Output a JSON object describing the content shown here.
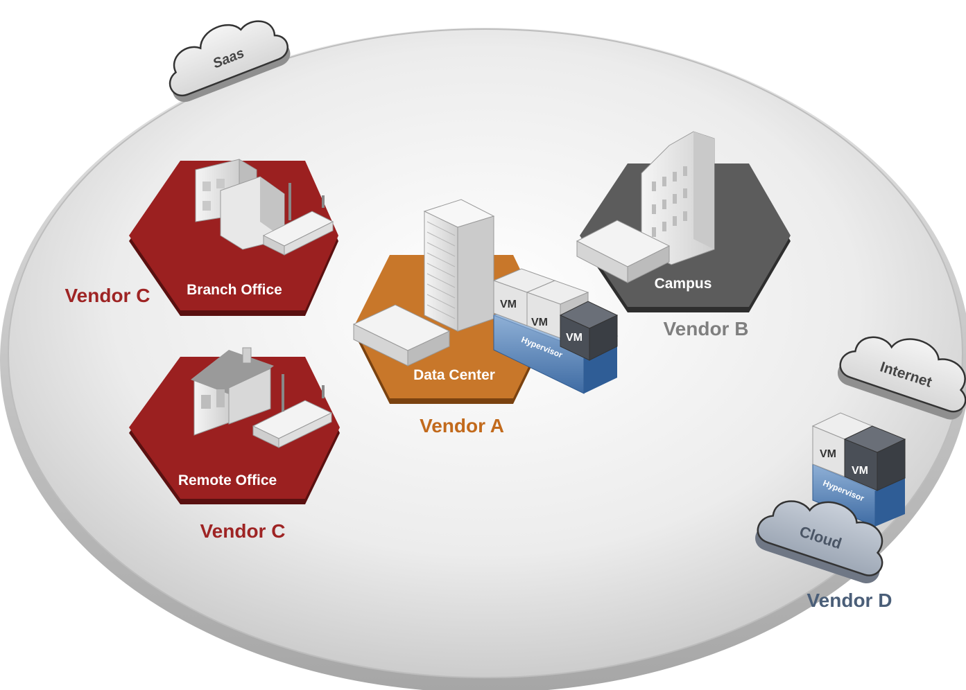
{
  "clouds": {
    "saas": "Saas",
    "internet": "Internet",
    "cloud": "Cloud"
  },
  "sites": {
    "branch_office": {
      "label": "Branch Office",
      "vendor": "Vendor C"
    },
    "remote_office": {
      "label": "Remote Office",
      "vendor": "Vendor C"
    },
    "data_center": {
      "label": "Data Center",
      "vendor": "Vendor A"
    },
    "campus": {
      "label": "Campus",
      "vendor": "Vendor B"
    },
    "cloud_site": {
      "vendor": "Vendor D"
    }
  },
  "virtualization": {
    "vm": "VM",
    "hypervisor": "Hypervisor"
  },
  "colors": {
    "vendor_c": "#9e2424",
    "vendor_a": "#c26a1c",
    "vendor_b": "#7f7f7f",
    "vendor_d": "#4a5e78",
    "hex_red": "#9b2020",
    "hex_orange": "#c8772a",
    "hex_gray": "#5c5c5c",
    "hypervisor_blue": "#4f7ab0"
  }
}
